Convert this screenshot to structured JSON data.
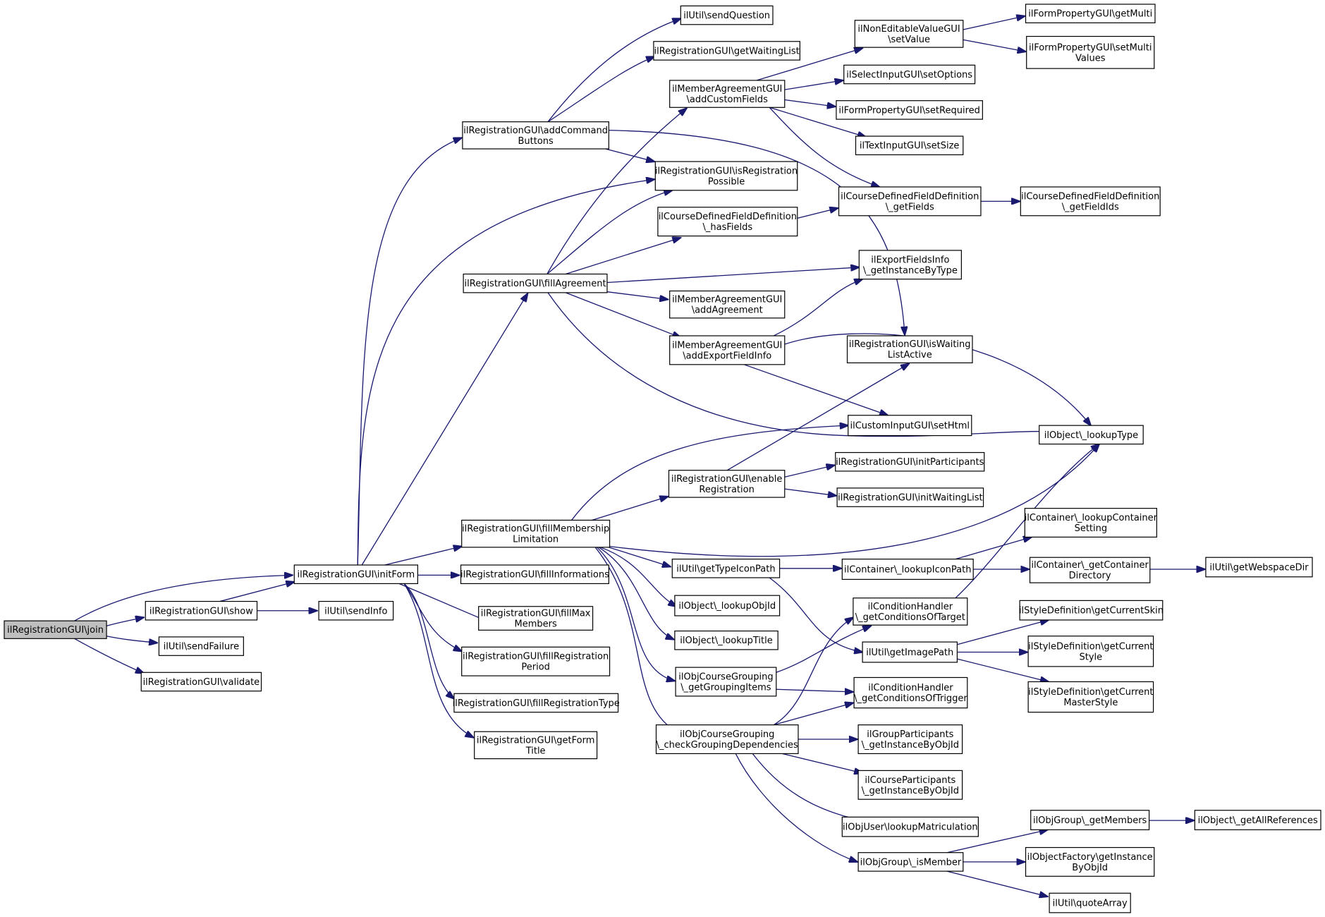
{
  "diagram": {
    "nodes": [
      {
        "id": "join",
        "label": [
          "ilRegistrationGUI\\join"
        ],
        "root": true
      },
      {
        "id": "initForm",
        "label": [
          "ilRegistrationGUI\\initForm"
        ]
      },
      {
        "id": "show",
        "label": [
          "ilRegistrationGUI\\show"
        ]
      },
      {
        "id": "sendFailure",
        "label": [
          "ilUtil\\sendFailure"
        ]
      },
      {
        "id": "validate",
        "label": [
          "ilRegistrationGUI\\validate"
        ]
      },
      {
        "id": "sendInfo",
        "label": [
          "ilUtil\\sendInfo"
        ]
      },
      {
        "id": "addCommandButtons",
        "label": [
          "ilRegistrationGUI\\addCommand",
          "Buttons"
        ]
      },
      {
        "id": "fillAgreement",
        "label": [
          "ilRegistrationGUI\\fillAgreement"
        ]
      },
      {
        "id": "fillMembershipLimitation",
        "label": [
          "ilRegistrationGUI\\fillMembership",
          "Limitation"
        ]
      },
      {
        "id": "fillInformations",
        "label": [
          "ilRegistrationGUI\\fillInformations"
        ]
      },
      {
        "id": "fillMaxMembers",
        "label": [
          "ilRegistrationGUI\\fillMax",
          "Members"
        ]
      },
      {
        "id": "fillRegistrationPeriod",
        "label": [
          "ilRegistrationGUI\\fillRegistration",
          "Period"
        ]
      },
      {
        "id": "fillRegistrationType",
        "label": [
          "ilRegistrationGUI\\fillRegistrationType"
        ]
      },
      {
        "id": "getFormTitle",
        "label": [
          "ilRegistrationGUI\\getForm",
          "Title"
        ]
      },
      {
        "id": "sendQuestion",
        "label": [
          "ilUtil\\sendQuestion"
        ]
      },
      {
        "id": "getWaitingList",
        "label": [
          "ilRegistrationGUI\\getWaitingList"
        ]
      },
      {
        "id": "addCustomFields",
        "label": [
          "ilMemberAgreementGUI",
          "\\addCustomFields"
        ]
      },
      {
        "id": "isRegistrationPossible",
        "label": [
          "ilRegistrationGUI\\isRegistration",
          "Possible"
        ]
      },
      {
        "id": "hasFields",
        "label": [
          "ilCourseDefinedFieldDefinition",
          "\\_hasFields"
        ]
      },
      {
        "id": "addAgreement",
        "label": [
          "ilMemberAgreementGUI",
          "\\addAgreement"
        ]
      },
      {
        "id": "addExportFieldInfo",
        "label": [
          "ilMemberAgreementGUI",
          "\\addExportFieldInfo"
        ]
      },
      {
        "id": "enableRegistration",
        "label": [
          "ilRegistrationGUI\\enable",
          "Registration"
        ]
      },
      {
        "id": "getTypeIconPath",
        "label": [
          "ilUtil\\getTypeIconPath"
        ]
      },
      {
        "id": "lookupObjId",
        "label": [
          "ilObject\\_lookupObjId"
        ]
      },
      {
        "id": "lookupTitle",
        "label": [
          "ilObject\\_lookupTitle"
        ]
      },
      {
        "id": "getGroupingItems",
        "label": [
          "ilObjCourseGrouping",
          "\\_getGroupingItems"
        ]
      },
      {
        "id": "checkGroupingDependencies",
        "label": [
          "ilObjCourseGrouping",
          "\\_checkGroupingDependencies"
        ]
      },
      {
        "id": "setValue",
        "label": [
          "ilNonEditableValueGUI",
          "\\setValue"
        ]
      },
      {
        "id": "setOptions",
        "label": [
          "ilSelectInputGUI\\setOptions"
        ]
      },
      {
        "id": "setRequired",
        "label": [
          "ilFormPropertyGUI\\setRequired"
        ]
      },
      {
        "id": "setSize",
        "label": [
          "ilTextInputGUI\\setSize"
        ]
      },
      {
        "id": "getFields",
        "label": [
          "ilCourseDefinedFieldDefinition",
          "\\_getFields"
        ]
      },
      {
        "id": "getInstanceByType",
        "label": [
          "ilExportFieldsInfo",
          "\\_getInstanceByType"
        ]
      },
      {
        "id": "isWaitingListActive",
        "label": [
          "ilRegistrationGUI\\isWaiting",
          "ListActive"
        ]
      },
      {
        "id": "setHtml",
        "label": [
          "ilCustomInputGUI\\setHtml"
        ]
      },
      {
        "id": "initParticipants",
        "label": [
          "ilRegistrationGUI\\initParticipants"
        ]
      },
      {
        "id": "initWaitingList",
        "label": [
          "ilRegistrationGUI\\initWaitingList"
        ]
      },
      {
        "id": "lookupIconPath",
        "label": [
          "ilContainer\\_lookupIconPath"
        ]
      },
      {
        "id": "getConditionsOfTarget",
        "label": [
          "ilConditionHandler",
          "\\_getConditionsOfTarget"
        ]
      },
      {
        "id": "getImagePath",
        "label": [
          "ilUtil\\getImagePath"
        ]
      },
      {
        "id": "getConditionsOfTrigger",
        "label": [
          "ilConditionHandler",
          "\\_getConditionsOfTrigger"
        ]
      },
      {
        "id": "groupGetInstanceByObjId",
        "label": [
          "ilGroupParticipants",
          "\\_getInstanceByObjId"
        ]
      },
      {
        "id": "courseGetInstanceByObjId",
        "label": [
          "ilCourseParticipants",
          "\\_getInstanceByObjId"
        ]
      },
      {
        "id": "lookupMatriculation",
        "label": [
          "ilObjUser\\lookupMatriculation"
        ]
      },
      {
        "id": "isMember",
        "label": [
          "ilObjGroup\\_isMember"
        ]
      },
      {
        "id": "getMulti",
        "label": [
          "ilFormPropertyGUI\\getMulti"
        ]
      },
      {
        "id": "setMultiValues",
        "label": [
          "ilFormPropertyGUI\\setMulti",
          "Values"
        ]
      },
      {
        "id": "getFieldIds",
        "label": [
          "ilCourseDefinedFieldDefinition",
          "\\_getFieldIds"
        ]
      },
      {
        "id": "lookupType",
        "label": [
          "ilObject\\_lookupType"
        ]
      },
      {
        "id": "lookupContainerSetting",
        "label": [
          "ilContainer\\_lookupContainer",
          "Setting"
        ]
      },
      {
        "id": "getContainerDirectory",
        "label": [
          "ilContainer\\_getContainer",
          "Directory"
        ]
      },
      {
        "id": "getCurrentSkin",
        "label": [
          "ilStyleDefinition\\getCurrentSkin"
        ]
      },
      {
        "id": "getCurrentStyle",
        "label": [
          "ilStyleDefinition\\getCurrent",
          "Style"
        ]
      },
      {
        "id": "getCurrentMasterStyle",
        "label": [
          "ilStyleDefinition\\getCurrent",
          "MasterStyle"
        ]
      },
      {
        "id": "getMembers",
        "label": [
          "ilObjGroup\\_getMembers"
        ]
      },
      {
        "id": "factoryGetInstanceByObjId",
        "label": [
          "ilObjectFactory\\getInstance",
          "ByObjId"
        ]
      },
      {
        "id": "quoteArray",
        "label": [
          "ilUtil\\quoteArray"
        ]
      },
      {
        "id": "getWebspaceDir",
        "label": [
          "ilUtil\\getWebspaceDir"
        ]
      },
      {
        "id": "getAllReferences",
        "label": [
          "ilObject\\_getAllReferences"
        ]
      }
    ],
    "edges": [
      [
        "join",
        "initForm"
      ],
      [
        "join",
        "show"
      ],
      [
        "join",
        "sendFailure"
      ],
      [
        "join",
        "validate"
      ],
      [
        "show",
        "initForm"
      ],
      [
        "show",
        "sendInfo"
      ],
      [
        "initForm",
        "addCommandButtons"
      ],
      [
        "initForm",
        "isRegistrationPossible"
      ],
      [
        "initForm",
        "fillAgreement"
      ],
      [
        "initForm",
        "fillMembershipLimitation"
      ],
      [
        "initForm",
        "fillInformations"
      ],
      [
        "initForm",
        "fillMaxMembers"
      ],
      [
        "initForm",
        "fillRegistrationPeriod"
      ],
      [
        "initForm",
        "fillRegistrationType"
      ],
      [
        "initForm",
        "getFormTitle"
      ],
      [
        "addCommandButtons",
        "sendQuestion"
      ],
      [
        "addCommandButtons",
        "getWaitingList"
      ],
      [
        "addCommandButtons",
        "isRegistrationPossible"
      ],
      [
        "addCommandButtons",
        "isWaitingListActive"
      ],
      [
        "fillAgreement",
        "addCustomFields"
      ],
      [
        "fillAgreement",
        "isRegistrationPossible"
      ],
      [
        "fillAgreement",
        "hasFields"
      ],
      [
        "fillAgreement",
        "getInstanceByType"
      ],
      [
        "fillAgreement",
        "addAgreement"
      ],
      [
        "fillAgreement",
        "addExportFieldInfo"
      ],
      [
        "fillAgreement",
        "lookupType"
      ],
      [
        "addCustomFields",
        "setValue"
      ],
      [
        "addCustomFields",
        "setOptions"
      ],
      [
        "addCustomFields",
        "setRequired"
      ],
      [
        "addCustomFields",
        "setSize"
      ],
      [
        "addCustomFields",
        "getFields"
      ],
      [
        "setValue",
        "getMulti"
      ],
      [
        "setValue",
        "setMultiValues"
      ],
      [
        "hasFields",
        "getFields"
      ],
      [
        "getFields",
        "getFieldIds"
      ],
      [
        "addExportFieldInfo",
        "getInstanceByType"
      ],
      [
        "addExportFieldInfo",
        "setHtml"
      ],
      [
        "addExportFieldInfo",
        "lookupType"
      ],
      [
        "fillMembershipLimitation",
        "setHtml"
      ],
      [
        "fillMembershipLimitation",
        "enableRegistration"
      ],
      [
        "fillMembershipLimitation",
        "lookupType"
      ],
      [
        "fillMembershipLimitation",
        "getTypeIconPath"
      ],
      [
        "fillMembershipLimitation",
        "lookupObjId"
      ],
      [
        "fillMembershipLimitation",
        "lookupTitle"
      ],
      [
        "fillMembershipLimitation",
        "getGroupingItems"
      ],
      [
        "fillMembershipLimitation",
        "checkGroupingDependencies"
      ],
      [
        "enableRegistration",
        "isWaitingListActive"
      ],
      [
        "enableRegistration",
        "initParticipants"
      ],
      [
        "enableRegistration",
        "initWaitingList"
      ],
      [
        "getTypeIconPath",
        "lookupIconPath"
      ],
      [
        "getTypeIconPath",
        "getImagePath"
      ],
      [
        "lookupIconPath",
        "lookupContainerSetting"
      ],
      [
        "lookupIconPath",
        "getContainerDirectory"
      ],
      [
        "getContainerDirectory",
        "getWebspaceDir"
      ],
      [
        "getConditionsOfTarget",
        "lookupType"
      ],
      [
        "getImagePath",
        "getCurrentSkin"
      ],
      [
        "getImagePath",
        "getCurrentStyle"
      ],
      [
        "getImagePath",
        "getCurrentMasterStyle"
      ],
      [
        "getGroupingItems",
        "getConditionsOfTarget"
      ],
      [
        "getGroupingItems",
        "getConditionsOfTrigger"
      ],
      [
        "checkGroupingDependencies",
        "getConditionsOfTarget"
      ],
      [
        "checkGroupingDependencies",
        "getConditionsOfTrigger"
      ],
      [
        "checkGroupingDependencies",
        "groupGetInstanceByObjId"
      ],
      [
        "checkGroupingDependencies",
        "courseGetInstanceByObjId"
      ],
      [
        "checkGroupingDependencies",
        "lookupMatriculation"
      ],
      [
        "checkGroupingDependencies",
        "isMember"
      ],
      [
        "isMember",
        "getMembers"
      ],
      [
        "isMember",
        "factoryGetInstanceByObjId"
      ],
      [
        "isMember",
        "quoteArray"
      ],
      [
        "getMembers",
        "getAllReferences"
      ]
    ]
  }
}
